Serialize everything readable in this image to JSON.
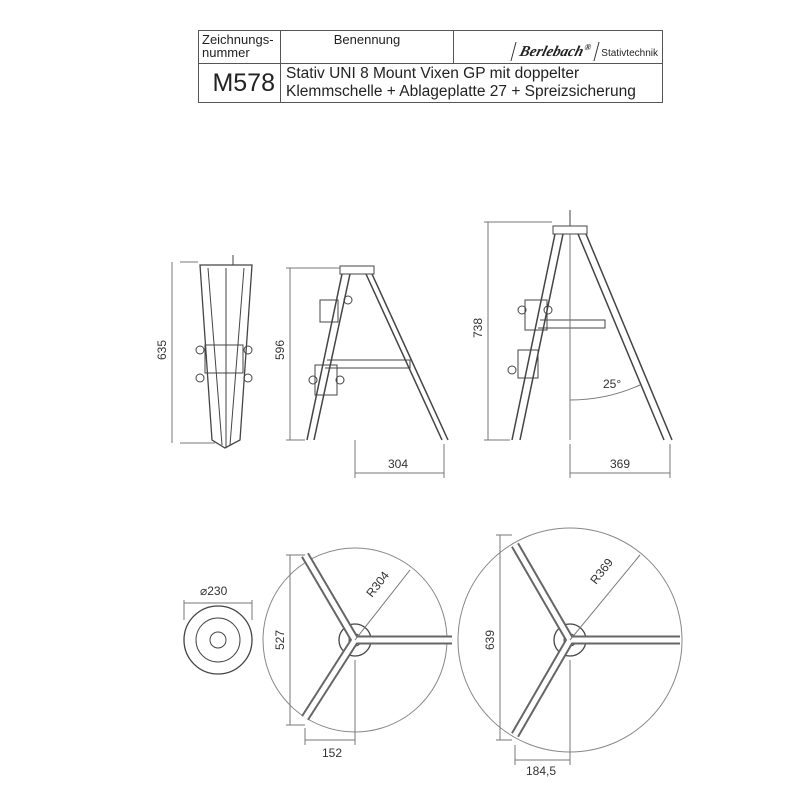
{
  "title_block": {
    "drawing_number_label": "Zeichnungs-\nnummer",
    "drawing_number_label_line1": "Zeichnungs-",
    "drawing_number_label_line2": "nummer",
    "name_label": "Benennung",
    "brand": "Berlebach",
    "brand_mark": "®",
    "brand_subtitle": "Stativtechnik",
    "drawing_number": "M578",
    "name_line1": "Stativ UNI 8 Mount Vixen GP mit doppelter",
    "name_line2": "Klemmschelle + Ablageplatte 27 + Spreizsicherung"
  },
  "dimensions": {
    "folded_height": "635",
    "min_height": "596",
    "max_height": "738",
    "min_spread": "304",
    "max_spread": "369",
    "leg_angle": "25°",
    "folded_diameter": "⌀230",
    "min_radius": "R304",
    "max_radius": "R369",
    "min_footprint": "527",
    "max_footprint": "639",
    "min_offset": "152",
    "max_offset": "184,5"
  }
}
